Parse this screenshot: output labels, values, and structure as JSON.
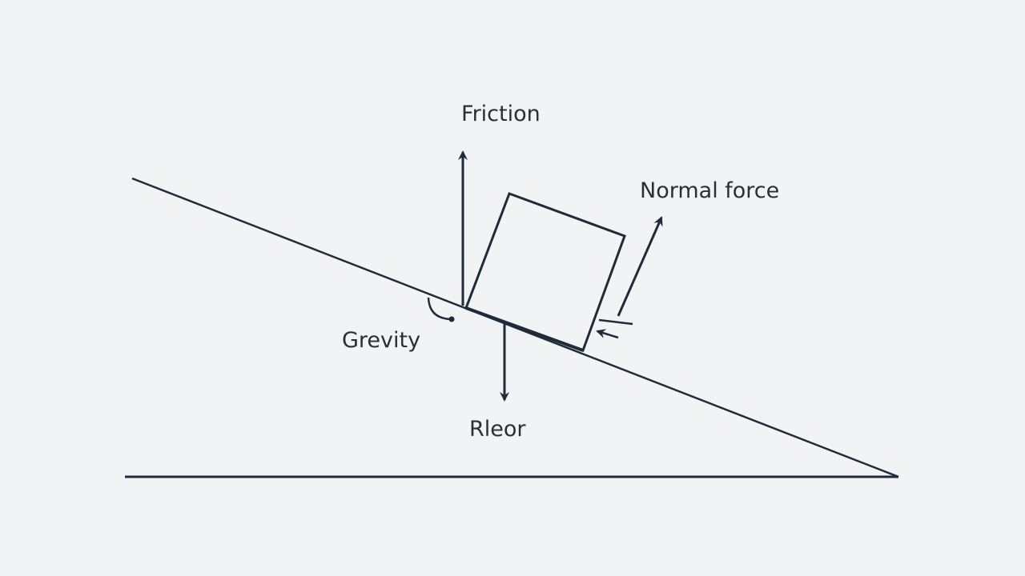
{
  "diagram": {
    "labels": {
      "friction": "Friction",
      "normal_force": "Normal force",
      "gravity": "Grevity",
      "bottom": "Rleor"
    },
    "colors": {
      "background": "#f1f3f5",
      "stroke": "#1f2a3a",
      "text": "#2a2f36"
    }
  }
}
